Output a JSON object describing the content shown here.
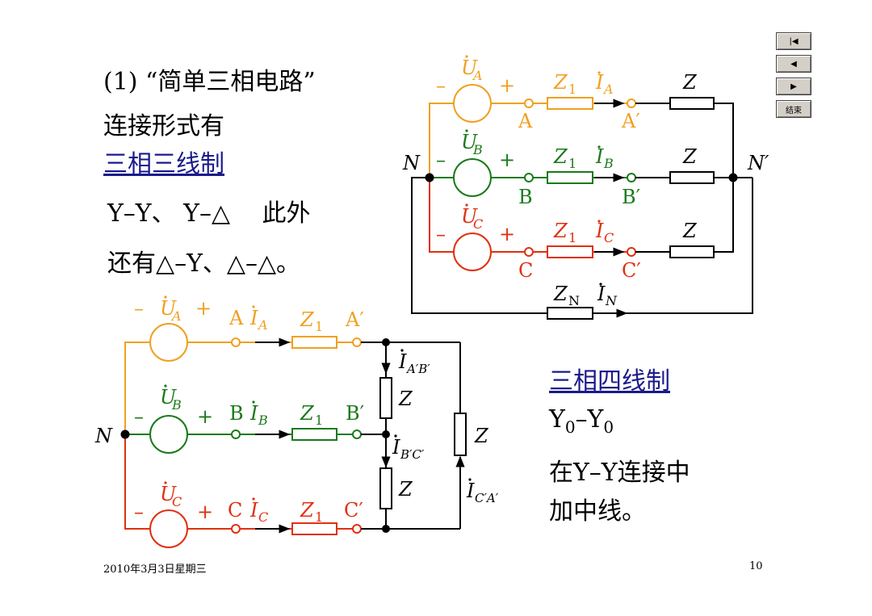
{
  "intro": {
    "line1": "(1) “简单三相电路”",
    "line2": "连接形式有",
    "link1": "三相三线制",
    "line3": "Y–Y、 Y–△　 此外",
    "line4": "还有△–Y、△–△。"
  },
  "right_text": {
    "link2": "三相四线制",
    "y0_main1": "Y",
    "y0_sub1": "0",
    "y0_dash": "–Y",
    "y0_sub2": "0",
    "line5": "在Y–Y连接中",
    "line6": "加中线。"
  },
  "footer": {
    "date": "2010年3月3日星期三",
    "page": "10"
  },
  "nav": {
    "first": "|◀",
    "prev": "◀",
    "next": "▶",
    "end": "结束"
  },
  "colors": {
    "phase_a": "#f0a020",
    "phase_b": "#1a7a1a",
    "phase_c": "#e03010",
    "wire": "#000000"
  },
  "top_circuit": {
    "N": "N",
    "Nprime": "N′",
    "UA": "U",
    "UA_sub": "A",
    "UB": "U",
    "UB_sub": "B",
    "UC": "U",
    "UC_sub": "C",
    "Z1": "Z",
    "Z1_sub": "1",
    "IA": "I",
    "IA_sub": "A",
    "IB": "I",
    "IB_sub": "B",
    "IC": "I",
    "IC_sub": "C",
    "A": "A",
    "Ap": "A′",
    "B": "B",
    "Bp": "B′",
    "C": "C",
    "Cp": "C′",
    "Z": "Z",
    "ZN": "Z",
    "ZN_sub": "N",
    "IN": "I",
    "IN_sub": "N",
    "minus": "–",
    "plus": "+"
  },
  "bottom_circuit": {
    "N": "N",
    "UA": "U",
    "UA_sub": "A",
    "UB": "U",
    "UB_sub": "B",
    "UC": "U",
    "UC_sub": "C",
    "A": "A",
    "Ap": "A′",
    "B": "B",
    "Bp": "B′",
    "C": "C",
    "Cp": "C′",
    "IA": "I",
    "IA_sub": "A",
    "IB": "I",
    "IB_sub": "B",
    "IC": "I",
    "IC_sub": "C",
    "Z1": "Z",
    "Z1_sub": "1",
    "Z": "Z",
    "IAB": "I",
    "IAB_sub": "A′B′",
    "IBC": "I",
    "IBC_sub": "B′C′",
    "ICA": "I",
    "ICA_sub": "C′A′",
    "minus": "–",
    "plus": "+"
  }
}
